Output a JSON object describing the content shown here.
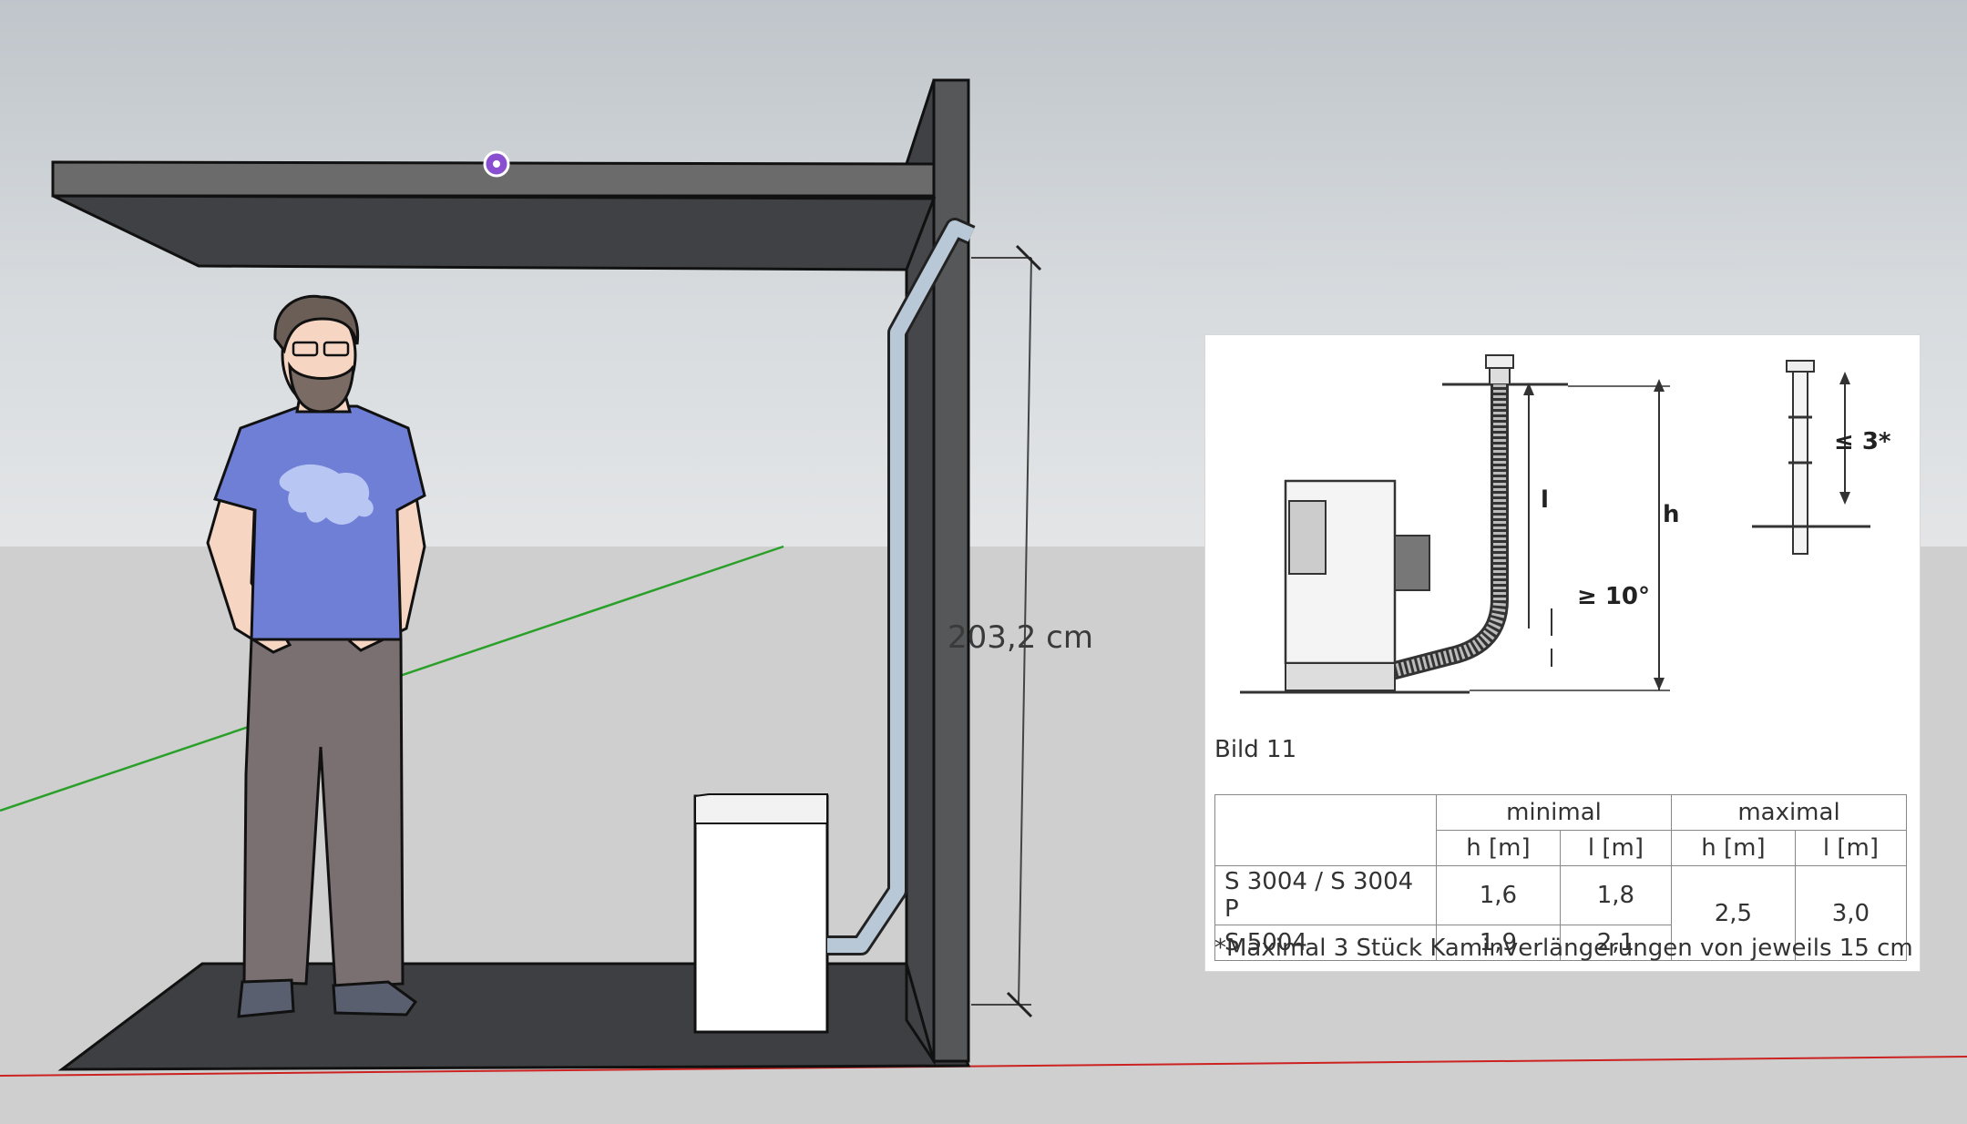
{
  "dimension": {
    "label": "203,2 cm"
  },
  "reference": {
    "caption": "Bild 11",
    "labels": {
      "length": "l",
      "height": "h",
      "angle": "≥ 10°",
      "extension": "≤ 3*"
    },
    "table": {
      "group_min": "minimal",
      "group_max": "maximal",
      "col_h": "h [m]",
      "col_l": "l [m]",
      "rows": [
        {
          "model": "S 3004 / S 3004 P",
          "min_h": "1,6",
          "min_l": "1,8"
        },
        {
          "model": "S 5004",
          "min_h": "1,9",
          "min_l": "2,1"
        }
      ],
      "max_h": "2,5",
      "max_l": "3,0"
    },
    "footnote": "*Maximal 3 Stück Kaminverlängerungen von jeweils 15 cm"
  },
  "colors": {
    "shelf_dark": "#3f4144",
    "shelf_top": "#6a6a6a",
    "shirt": "#6f7fd6",
    "pants": "#7a7072",
    "pipe": "#b9c8d6",
    "axis_green": "#2aa02a",
    "axis_red": "#cc2222",
    "marker_purple": "#8a4fd0"
  }
}
